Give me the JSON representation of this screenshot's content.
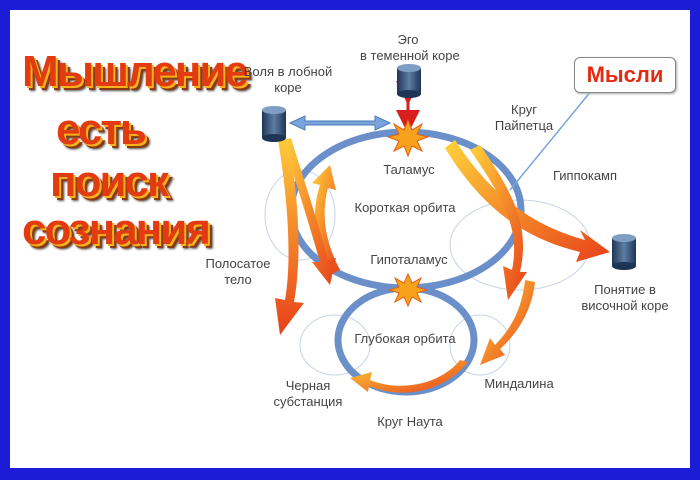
{
  "title_lines": [
    "Мышление",
    "есть",
    "поиск",
    "сознания"
  ],
  "thoughts": "Мысли",
  "labels": {
    "ego": [
      "Эго",
      "в теменной коре"
    ],
    "will": [
      "Воля в лобной",
      "коре"
    ],
    "papez": [
      "Круг",
      "Пайпетца"
    ],
    "thalamus": "Таламус",
    "hippocampus": "Гиппокамп",
    "short_orbit": "Короткая орбита",
    "striatum": [
      "Полосатое",
      "тело"
    ],
    "hypothalamus": "Гипоталамус",
    "concept": [
      "Понятие в",
      "височной коре"
    ],
    "deep_orbit": "Глубокая орбита",
    "substantia": [
      "Черная",
      "субстанция"
    ],
    "amygdala": "Миндалина",
    "nauta": "Круг Наута"
  },
  "colors": {
    "frame": "#1c1cd6",
    "orbit": "#6b8fc9",
    "arrow_orange": "#f07a1a",
    "thoughts_text": "#e52a10",
    "title_text": "#e23b12"
  }
}
